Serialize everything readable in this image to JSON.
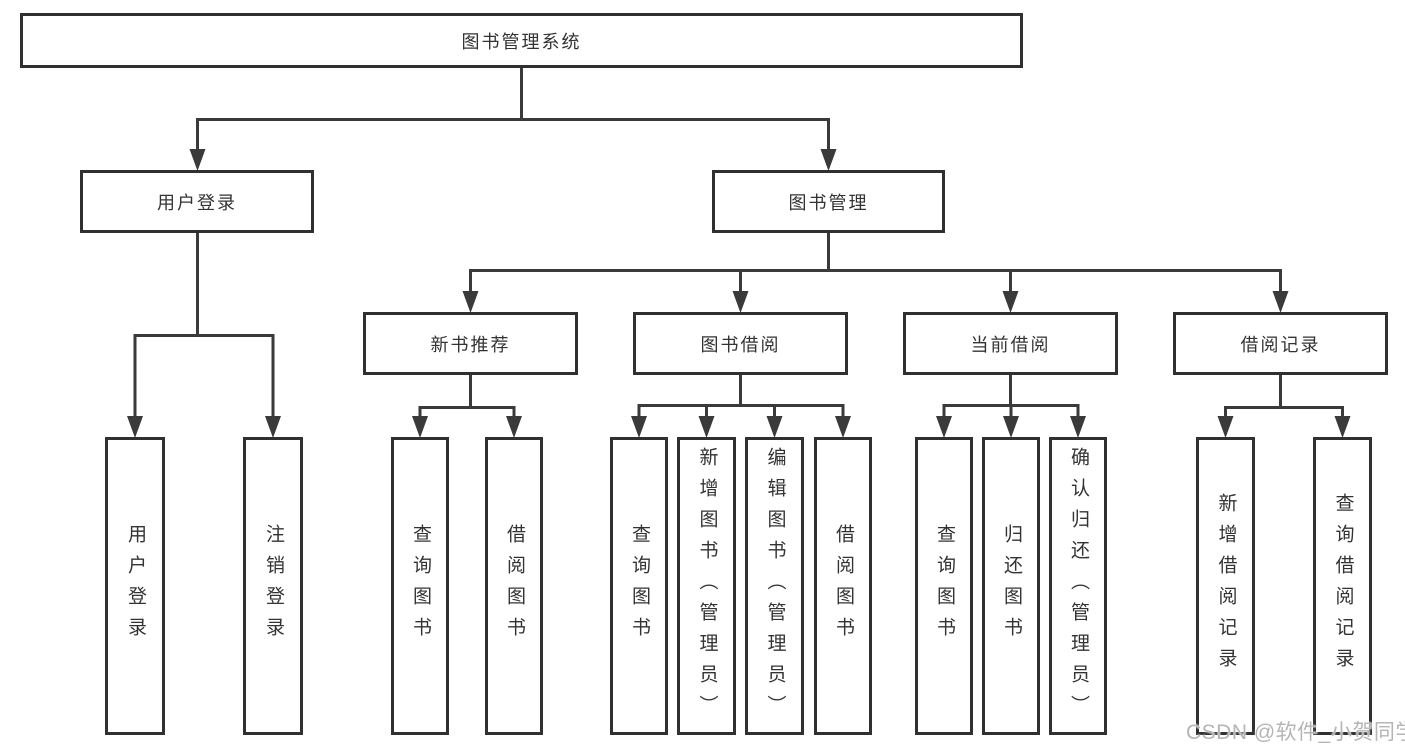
{
  "tree": {
    "label": "图书管理系统",
    "children": [
      {
        "label": "用户登录",
        "children": [
          {
            "label": "用户登录"
          },
          {
            "label": "注销登录"
          }
        ]
      },
      {
        "label": "图书管理",
        "children": [
          {
            "label": "新书推荐",
            "children": [
              {
                "label": "查询图书"
              },
              {
                "label": "借阅图书"
              }
            ]
          },
          {
            "label": "图书借阅",
            "children": [
              {
                "label": "查询图书"
              },
              {
                "label": "新增图书（管理员）"
              },
              {
                "label": "编辑图书（管理员）"
              },
              {
                "label": "借阅图书"
              }
            ]
          },
          {
            "label": "当前借阅",
            "children": [
              {
                "label": "查询图书"
              },
              {
                "label": "归还图书"
              },
              {
                "label": "确认归还（管理员）"
              }
            ]
          },
          {
            "label": "借阅记录",
            "children": [
              {
                "label": "新增借阅记录"
              },
              {
                "label": "查询借阅记录"
              }
            ]
          }
        ]
      }
    ]
  },
  "watermark": {
    "text": "CSDN @软件_小贺同学"
  },
  "colors": {
    "line": "#3a3a3a",
    "box_border": "#303030",
    "box_fill": "#ffffff",
    "text": "#333333",
    "watermark": "#b5b5b5",
    "background": "#ffffff"
  }
}
